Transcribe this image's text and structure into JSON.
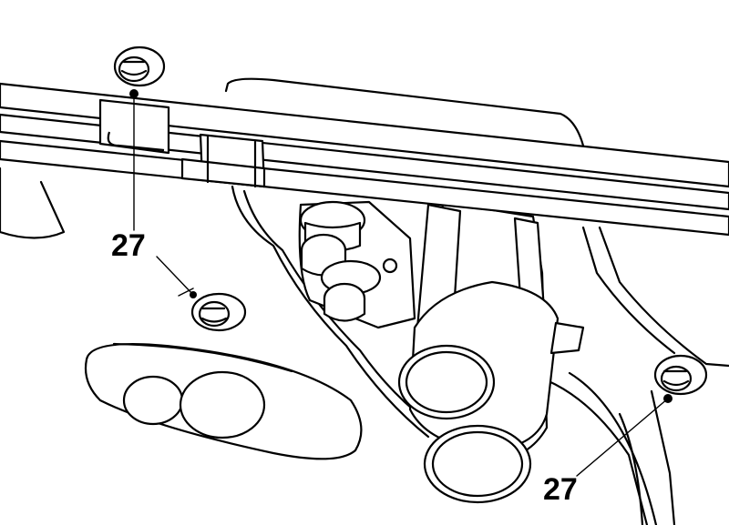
{
  "callouts": [
    {
      "label": "27",
      "part": "bolt"
    },
    {
      "label": "27",
      "part": "bolt"
    }
  ],
  "colors": {
    "ink": "#000000",
    "background": "#ffffff"
  }
}
